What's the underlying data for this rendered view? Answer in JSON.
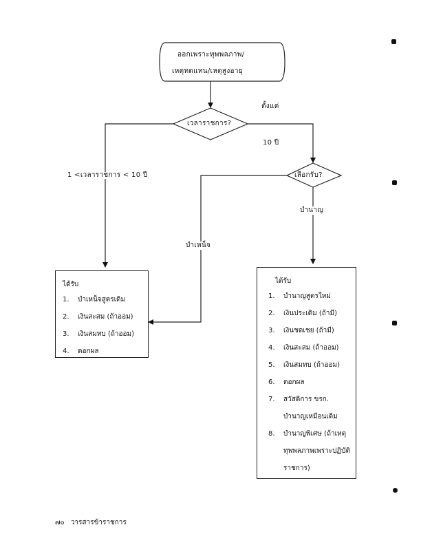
{
  "start": {
    "line1": "ออกเพราะทุพพลภาพ/",
    "line2": "เหตุทดแทน/เหตุสูงอายุ"
  },
  "decision1": {
    "label": "เวลาราชการ?"
  },
  "decision2": {
    "label": "เลือกรับ?"
  },
  "edges": {
    "top_right_label": "ตั้งแต่",
    "right_label": "10 ปี",
    "left_label": "1 <เวลาราชการ < 10 ปี",
    "pension_label": "บำนาญ",
    "gratuity_label": "บำเหน็จ"
  },
  "left_box": {
    "title": "ได้รับ",
    "items": [
      {
        "num": "1.",
        "text": "บำเหน็จสูตรเดิม"
      },
      {
        "num": "2.",
        "text": "เงินสะสม (ถ้าออม)"
      },
      {
        "num": "3.",
        "text": "เงินสมทบ (ถ้าออม)"
      },
      {
        "num": "4.",
        "text": "ดอกผล"
      }
    ]
  },
  "right_box": {
    "title": "ได้รับ",
    "items": [
      {
        "num": "1.",
        "text": "บำนาญสูตรใหม่"
      },
      {
        "num": "2.",
        "text": "เงินประเดิม (ถ้ามี)"
      },
      {
        "num": "3.",
        "text": "เงินชดเชย (ถ้ามี)"
      },
      {
        "num": "4.",
        "text": "เงินสะสม (ถ้าออม)"
      },
      {
        "num": "5.",
        "text": "เงินสมทบ (ถ้าออม)"
      },
      {
        "num": "6.",
        "text": "ดอกผล"
      },
      {
        "num": "7.",
        "text": "สวัสดิการ ขรก.",
        "cont": "บำนาญเหมือนเดิม"
      },
      {
        "num": "8.",
        "text": "บำนาญพิเศษ (ถ้าเหตุ",
        "cont": "ทุพพลภาพเพราะปฏิบัติ",
        "cont2": "ราชการ)"
      }
    ]
  },
  "footer": {
    "page_number": "๗๐",
    "title": "วารสารข้าราชการ"
  }
}
